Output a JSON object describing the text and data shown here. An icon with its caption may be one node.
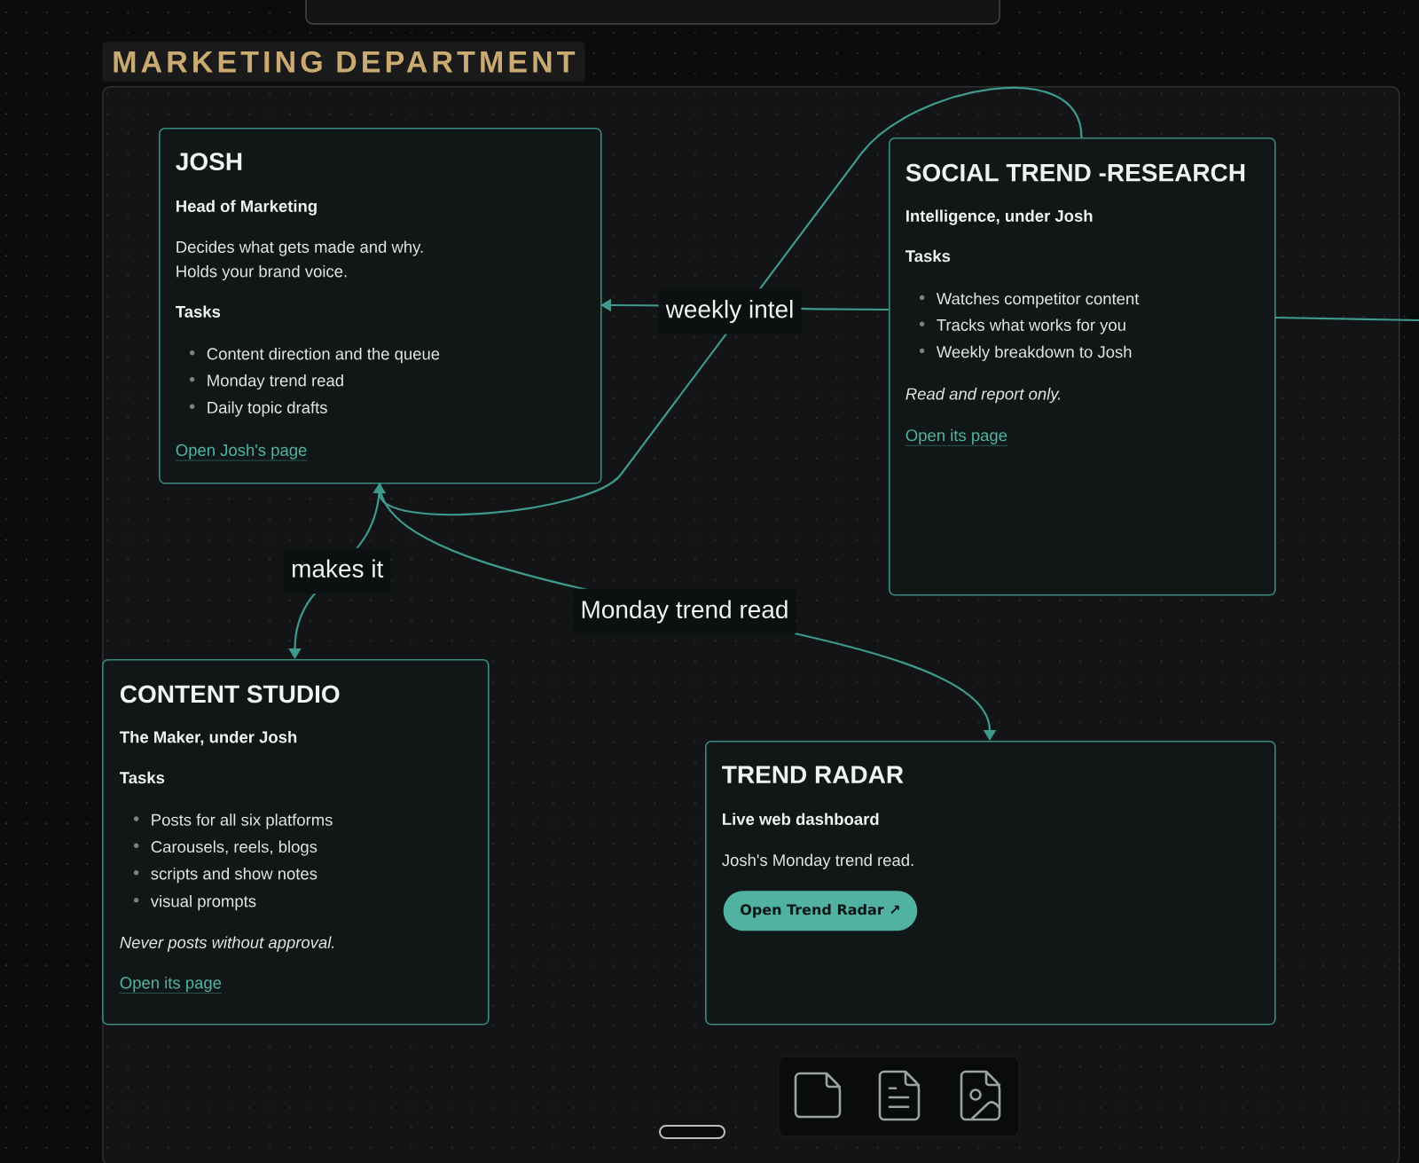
{
  "diagram": {
    "nodes": [
      {
        "text": [
          "MARKETING DEPARTMENT"
        ]
      },
      {
        "text": [
          "JOSH",
          "Head of Marketing",
          "Decides what gets made and why. Holds your brand voice.",
          "Tasks",
          "Content direction and the queue",
          "Monday trend read",
          "Daily topic drafts",
          "Open Josh's page"
        ],
        "in": 0
      },
      {
        "text": [
          "SOCIAL TREND -RESEARCH",
          "Intelligence, under Josh",
          "Tasks",
          "Watches competitor content",
          "Tracks what works for you",
          "Weekly breakdown to Josh",
          "Read and report only.",
          "Open its page"
        ],
        "in": 0
      },
      {
        "text": [
          "CONTENT STUDIO",
          "The Maker, under Josh",
          "Tasks",
          "Posts for all six platforms",
          "Carousels, reels, blogs",
          "scripts and show notes",
          "visual prompts",
          "Never posts without approval.",
          "Open its page"
        ],
        "in": 0
      },
      {
        "text": [
          "TREND RADAR",
          "Live web dashboard",
          "Josh's Monday trend read.",
          "Open Trend Radar ↗"
        ],
        "in": 0
      }
    ],
    "edges": [
      {
        "from": 2,
        "to": 1,
        "arrow": "to",
        "label": "weekly intel"
      },
      {
        "from": 2,
        "to": 1,
        "arrow": "to"
      },
      {
        "from": 2,
        "to": null,
        "arrow": "none"
      },
      {
        "from": 1,
        "to": 3,
        "arrow": "to",
        "label": "makes it"
      },
      {
        "from": 1,
        "to": 4,
        "arrow": "to",
        "label": "Monday trend read"
      }
    ]
  }
}
